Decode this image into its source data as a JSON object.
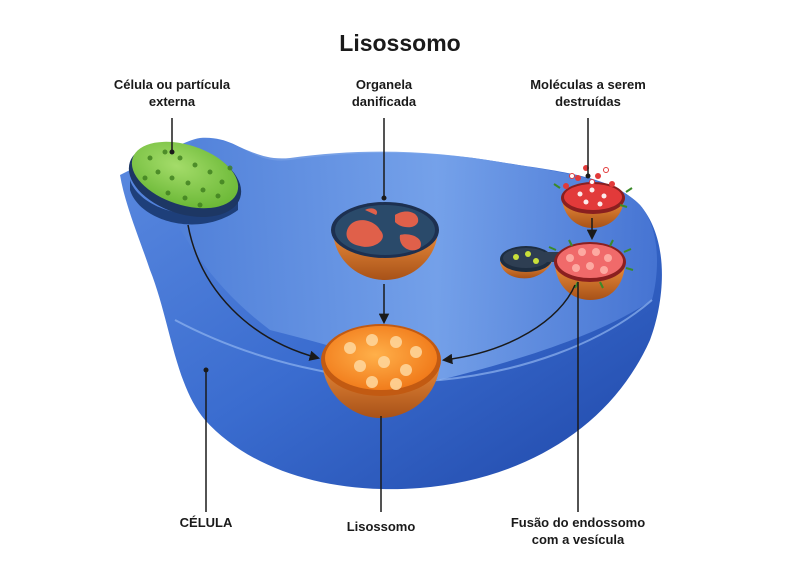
{
  "title": "Lisossomo",
  "labels": {
    "external_particle": [
      "Célula ou partícula",
      "externa"
    ],
    "damaged_organelle": [
      "Organela",
      "danificada"
    ],
    "molecules": [
      "Moléculas a serem",
      "destruídas"
    ],
    "cell": "CÉLULA",
    "lysosome": "Lisossomo",
    "fusion": [
      "Fusão do endossomo",
      "com a vesícula"
    ]
  },
  "colors": {
    "cell_blue": "#2f62c9",
    "cell_light": "#6f9ce8",
    "lysosome_orange": "#f58a2a",
    "particle_green": "#7cc444",
    "organelle_red": "#e0604a",
    "vesicle_red": "#e23a3a"
  }
}
